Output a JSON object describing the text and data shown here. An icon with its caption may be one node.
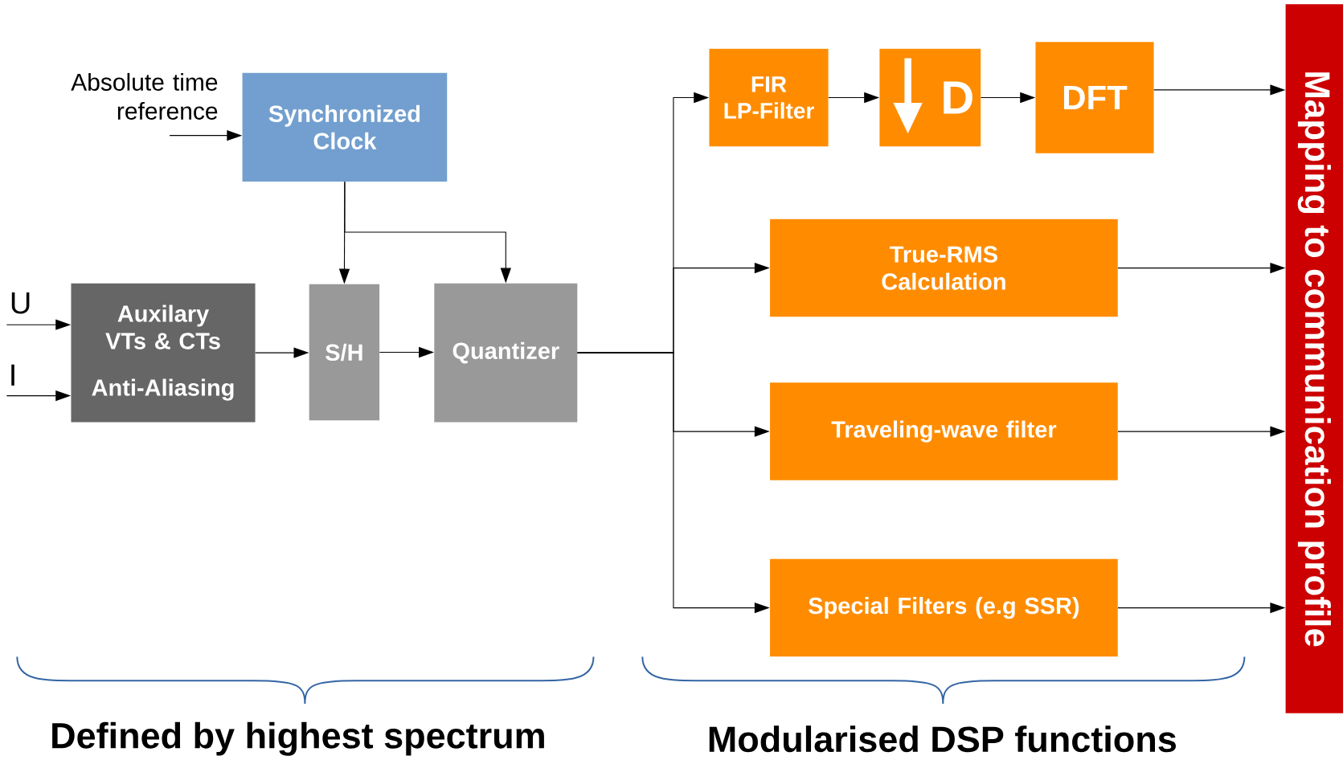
{
  "diagram": {
    "nodes": [
      {
        "text": [
          "Absolute time reference"
        ]
      },
      {
        "text": [
          "Synchronized Clock"
        ]
      },
      {
        "text": [
          "U"
        ]
      },
      {
        "text": [
          "I"
        ]
      },
      {
        "text": [
          "Auxilary VTs & CTs",
          "Anti-Aliasing"
        ]
      },
      {
        "text": [
          "S/H"
        ]
      },
      {
        "text": [
          "Quantizer"
        ]
      },
      {
        "text": [
          "FIR LP-Filter"
        ]
      },
      {
        "text": [
          "D"
        ]
      },
      {
        "text": [
          "DFT"
        ]
      },
      {
        "text": [
          "True-RMS Calculation"
        ]
      },
      {
        "text": [
          "Traveling-wave filter"
        ]
      },
      {
        "text": [
          "Special Filters (e.g SSR)"
        ]
      },
      {
        "text": [
          "Mapping to communication profile"
        ]
      }
    ],
    "edges": [
      {
        "from": 0,
        "to": 1,
        "arrow": "to"
      },
      {
        "from": 2,
        "to": 4,
        "arrow": "to"
      },
      {
        "from": 3,
        "to": 4,
        "arrow": "to"
      },
      {
        "from": 4,
        "to": 5,
        "arrow": "to"
      },
      {
        "from": 5,
        "to": 6,
        "arrow": "to"
      },
      {
        "from": 1,
        "to": 5,
        "arrow": "to"
      },
      {
        "from": 1,
        "to": 6,
        "arrow": "to"
      },
      {
        "from": 6,
        "to": 7,
        "arrow": "to"
      },
      {
        "from": 6,
        "to": 10,
        "arrow": "to"
      },
      {
        "from": 6,
        "to": 11,
        "arrow": "to"
      },
      {
        "from": 6,
        "to": 12,
        "arrow": "to"
      },
      {
        "from": 7,
        "to": 8,
        "arrow": "to"
      },
      {
        "from": 8,
        "to": 9,
        "arrow": "to"
      },
      {
        "from": 9,
        "to": 13,
        "arrow": "to"
      },
      {
        "from": 10,
        "to": 13,
        "arrow": "to"
      },
      {
        "from": 11,
        "to": 13,
        "arrow": "to"
      },
      {
        "from": 12,
        "to": 13,
        "arrow": "to"
      }
    ],
    "labels": [
      "Defined by highest spectrum",
      "Modularised DSP functions"
    ]
  }
}
